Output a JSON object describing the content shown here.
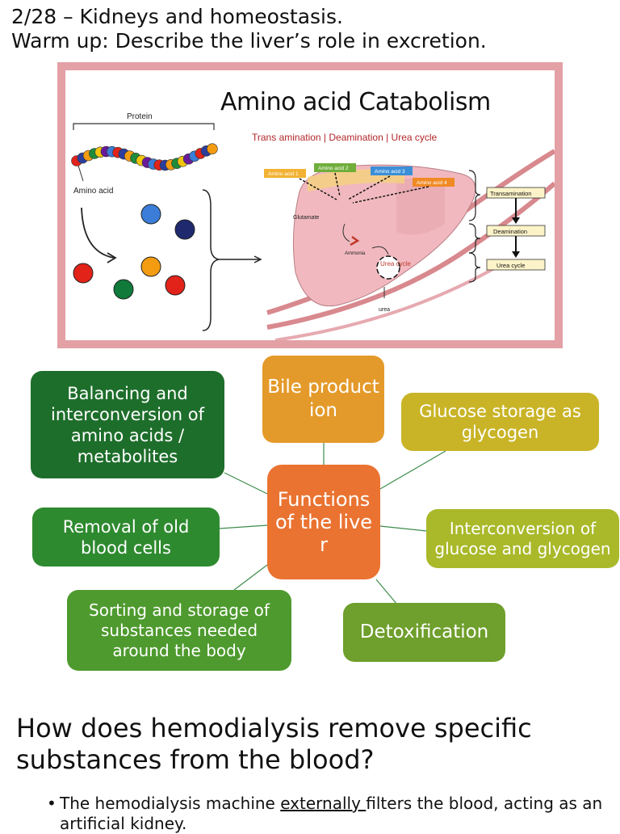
{
  "header": {
    "line1": "2/28 – Kidneys and homeostasis.",
    "line2": "Warm up: Describe the liver’s role in excretion."
  },
  "figure": {
    "title": "Amino acid Catabolism",
    "subtitle": "Trans amination | Deamination | Urea cycle",
    "protein_label": "Protein",
    "amino_acid_label": "Amino acid",
    "amino_tags": [
      "Amino acid 1",
      "Amino acid 2",
      "Amino acid 3",
      "Amino acid 4"
    ],
    "glutamate_label": "Glutamate",
    "ammonia_label": "Ammonia",
    "urea_cycle_label": "Urea cycle",
    "urea_label": "urea",
    "steps": [
      "Transamination",
      "Deamination",
      "Urea cycle"
    ],
    "bead_colors": [
      "#e2231a",
      "#2c3e9b",
      "#f39c12",
      "#1e8c3a",
      "#f1c40f",
      "#6a1b9a",
      "#3b7dd8"
    ],
    "loose_balls": [
      {
        "color": "#3b7dd8"
      },
      {
        "color": "#1f2a6e"
      },
      {
        "color": "#e2231a"
      },
      {
        "color": "#f39c12"
      },
      {
        "color": "#0f7a3a"
      },
      {
        "color": "#e2231a"
      }
    ]
  },
  "mindmap": {
    "center": "Functions of the liver",
    "nodes": {
      "bile": "Bile production",
      "glucose_storage": "Glucose storage as glycogen",
      "interconversion_glucose": "Interconversion of glucose and glycogen",
      "detox": "Detoxification",
      "sorting": "Sorting and storage of substances needed around the body",
      "removal": "Removal of old blood cells",
      "balancing": "Balancing and interconversion of amino acids / metabolites"
    },
    "colors": {
      "center": "#ea7331",
      "bile": "#e49a2a",
      "glucose_storage": "#c9b427",
      "interconversion_glucose": "#a9b92a",
      "detox": "#6f9f2c",
      "sorting": "#4e9a2e",
      "removal": "#2e8a2f",
      "balancing": "#1e6e2b"
    }
  },
  "question": {
    "title": "How does hemodialysis remove specific substances from the blood?",
    "bullet_before": "The hemodialysis machine ",
    "bullet_underlined": "externally ",
    "bullet_after": "filters the blood, acting as an artificial kidney."
  }
}
